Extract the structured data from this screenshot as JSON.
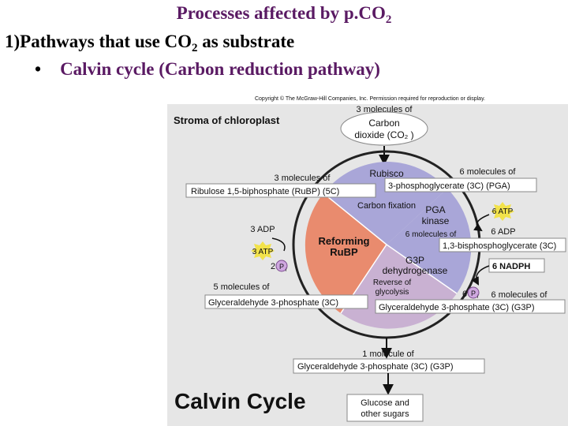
{
  "title": {
    "text": "Processes affected by p.CO",
    "sub": "2"
  },
  "heading": {
    "pre": "1)Pathways that use CO",
    "sub": "2",
    "post": " as substrate"
  },
  "bullet": {
    "symbol": "•",
    "text": "Calvin cycle (Carbon reduction pathway)"
  },
  "figure": {
    "copyright": "Copyright © The McGraw-Hill Companies, Inc. Permission required for reproduction or display.",
    "stroma_label": "Stroma of chloroplast",
    "co2_count": "3 molecules of",
    "co2_line1": "Carbon",
    "co2_line2": "dioxide (CO₂ )",
    "rubisco": "Rubisco",
    "carbon_fixation": "Carbon fixation",
    "pga_kinase_1": "PGA",
    "pga_kinase_2": "kinase",
    "reforming_1": "Reforming",
    "reforming_2": "RuBP",
    "g3p_dehyd_1": "G3P",
    "g3p_dehyd_2": "dehydrogenase",
    "reverse_gly_1": "Reverse of",
    "reverse_gly_2": "glycolysis",
    "rubp_count": "3 molecules of",
    "rubp_box": "Ribulose 1,5-biphosphate (RuBP) (5C)",
    "pga_count": "6 molecules of",
    "pga_box": "3-phosphoglycerate (3C) (PGA)",
    "atp6": "6 ATP",
    "adp6": "6 ADP",
    "bpg_count": "6 molecules of",
    "bpg_box": "1,3-bisphosphoglycerate (3C)",
    "nadph_box": "6 NADPH",
    "adp3": "3 ADP",
    "atp3": "3 ATP",
    "pi_2": "2",
    "pi_6": "6",
    "pi_symbol": "P",
    "pi_sub": "i",
    "g3p5_count": "5 molecules of",
    "g3p5_box": "Glyceraldehyde 3-phosphate (3C)",
    "g3p6_count": "6 molecules of",
    "g3p6_box": "Glyceraldehyde 3-phosphate (3C) (G3P)",
    "g3p1_count": "1 molecule of",
    "g3p1_box": "Glyceraldehyde 3-phosphate (3C) (G3P)",
    "cycle_title": "Calvin Cycle",
    "sugars_1": "Glucose and",
    "sugars_2": "other sugars"
  },
  "colors": {
    "rubisco_sector": "#a9a6d8",
    "reforming_sector": "#e98b6e",
    "g3p_sector": "#c9b1d2",
    "stroma_bg": "#e6e6e6",
    "atp_burst": "#f2e24a",
    "pi_circle": "#cfa8e0"
  }
}
